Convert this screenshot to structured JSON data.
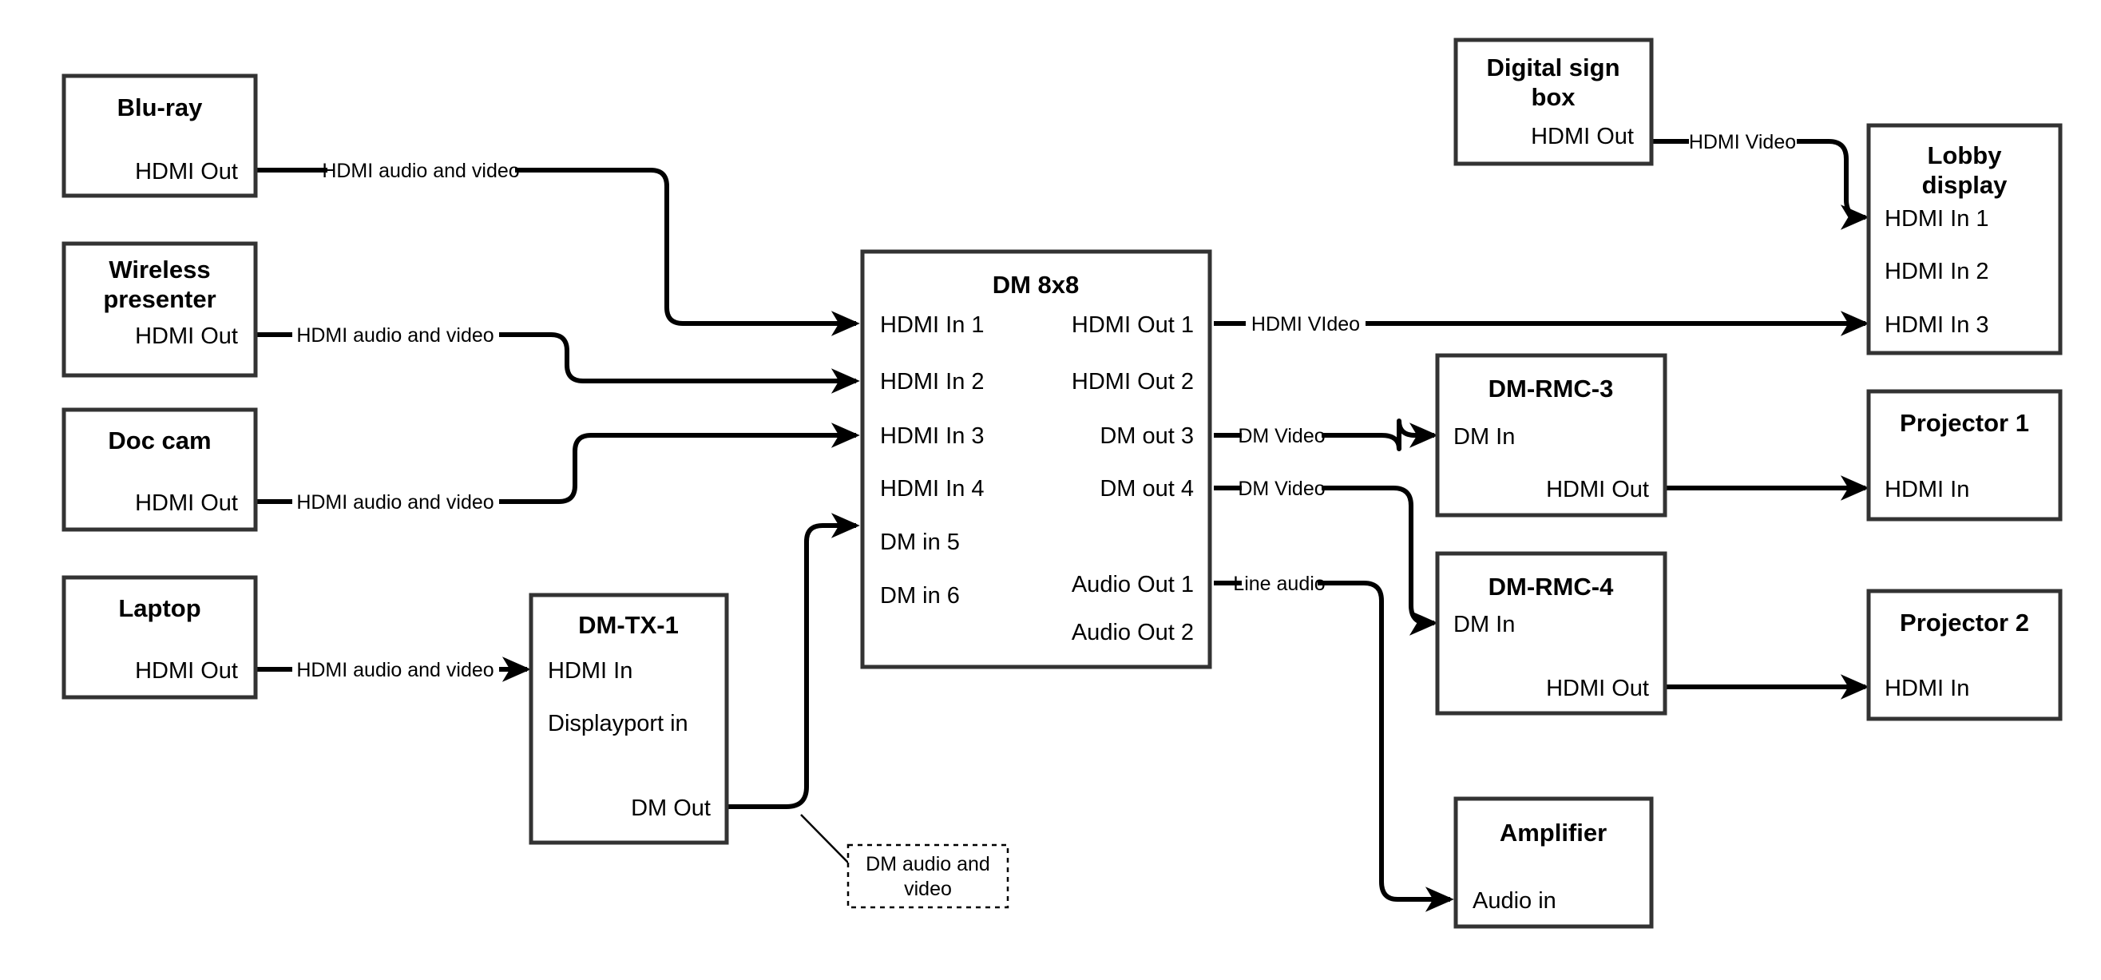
{
  "diagram": {
    "title": "AV signal flow diagram",
    "background_color": "#ffffff",
    "line_color": "#000000",
    "box_stroke_color": "#333333"
  },
  "devices": {
    "bluray": {
      "name": "Blu-ray",
      "ports": {
        "hdmi_out": "HDMI Out"
      }
    },
    "wireless_presenter": {
      "name_line1": "Wireless",
      "name_line2": "presenter",
      "ports": {
        "hdmi_out": "HDMI Out"
      }
    },
    "doc_cam": {
      "name": "Doc cam",
      "ports": {
        "hdmi_out": "HDMI Out"
      }
    },
    "laptop": {
      "name": "Laptop",
      "ports": {
        "hdmi_out": "HDMI Out"
      }
    },
    "dm_tx_1": {
      "name": "DM-TX-1",
      "ports": {
        "hdmi_in": "HDMI In",
        "displayport_in": "Displayport in",
        "dm_out": "DM Out"
      }
    },
    "dm_8x8": {
      "name": "DM 8x8",
      "inputs": [
        "HDMI In 1",
        "HDMI In 2",
        "HDMI In 3",
        "HDMI In 4",
        "DM in 5",
        "DM in 6"
      ],
      "outputs": [
        "HDMI Out 1",
        "HDMI Out 2",
        "DM out 3",
        "DM out 4",
        "Audio Out 1",
        "Audio Out 2"
      ]
    },
    "digital_sign_box": {
      "name_line1": "Digital sign",
      "name_line2": "box",
      "ports": {
        "hdmi_out": "HDMI Out"
      }
    },
    "lobby_display": {
      "name_line1": "Lobby",
      "name_line2": "display",
      "ports": {
        "hdmi_in_1": "HDMI In 1",
        "hdmi_in_2": "HDMI In 2",
        "hdmi_in_3": "HDMI In 3"
      }
    },
    "dm_rmc_3": {
      "name": "DM-RMC-3",
      "ports": {
        "dm_in": "DM In",
        "hdmi_out": "HDMI Out"
      }
    },
    "dm_rmc_4": {
      "name": "DM-RMC-4",
      "ports": {
        "dm_in": "DM In",
        "hdmi_out": "HDMI Out"
      }
    },
    "projector_1": {
      "name": "Projector 1",
      "ports": {
        "hdmi_in": "HDMI In"
      }
    },
    "projector_2": {
      "name": "Projector 2",
      "ports": {
        "hdmi_in": "HDMI In"
      }
    },
    "amplifier": {
      "name": "Amplifier",
      "ports": {
        "audio_in": "Audio in"
      }
    }
  },
  "cable_labels": {
    "bluray_to_dm": "HDMI audio and video",
    "wireless_to_dm": "HDMI audio and video",
    "doccam_to_dm": "HDMI audio and video",
    "laptop_to_tx": "HDMI audio and video",
    "sign_to_lobby": "HDMI Video",
    "hdmiout1_to_lobby": "HDMI VIdeo",
    "dmout3_to_rmc3": "DM Video",
    "dmout4_to_rmc4": "DM Video",
    "audioout1_to_amp": "Line audio"
  },
  "notes": {
    "dm_av": {
      "line1": "DM audio and",
      "line2": "video"
    }
  }
}
